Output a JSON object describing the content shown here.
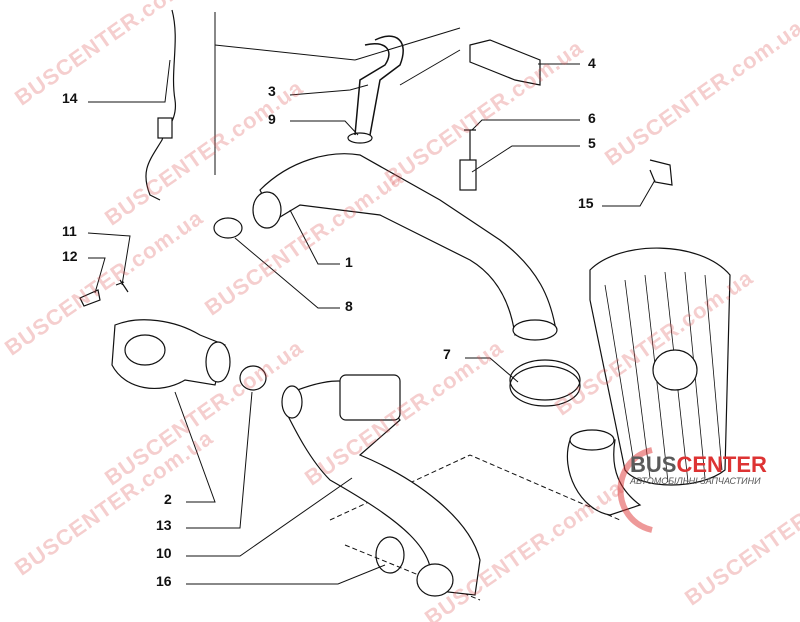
{
  "watermark": "BUSCENTER.com.ua",
  "logo": {
    "brand_a": "BUS",
    "brand_b": "CENTER",
    "tagline": "АВТОМОБІЛЬНІ ЗАПЧАСТИНИ"
  },
  "callouts": [
    "1",
    "2",
    "3",
    "4",
    "5",
    "6",
    "7",
    "8",
    "9",
    "10",
    "11",
    "12",
    "13",
    "14",
    "15",
    "16"
  ],
  "colors": {
    "watermark": "#dc5050",
    "logo_red": "#dd3333",
    "line": "#111111"
  }
}
